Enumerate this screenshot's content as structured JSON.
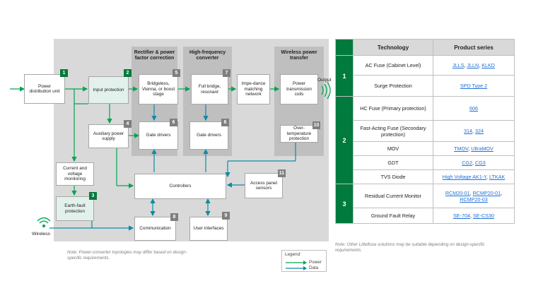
{
  "colors": {
    "power": "#00a651",
    "data": "#0e8aa6",
    "green": "#007a3d"
  },
  "stages": {
    "rectifier": "Rectifier & power factor correction",
    "hf": "High-frequency converter",
    "wireless": "Wireless power transfer"
  },
  "blocks": {
    "power_dist": "Power distribution unit",
    "input_prot": "Input protection",
    "bridgeless": "Bridgeless, Vienna, or boost stage",
    "full_bridge": "Full bridge, resonant",
    "impedance": "Impe-dance matching network",
    "coils": "Power transmission coils",
    "aux": "Auxiliary power supply",
    "gate1": "Gate drivers",
    "gate2": "Gate drivers",
    "overtemp": "Over-temperature protection",
    "cvm": "Current and voltage monitoring",
    "earth": "Earth-fault protection",
    "controllers": "Controllers",
    "access": "Access panel sensors",
    "comm": "Communication",
    "ui": "User interfaces"
  },
  "numbers": {
    "n1": "1",
    "n2": "2",
    "n3": "3",
    "n4": "4",
    "n5": "5",
    "n6a": "6",
    "n6b": "6",
    "n7": "7",
    "n8": "8",
    "n9": "9",
    "n10": "10",
    "n11": "11"
  },
  "labels": {
    "output": "Output",
    "wireless": "Wireless"
  },
  "note_left": "Note: Power-converter topologies may differ based on design-specific requirements.",
  "legend": {
    "title": "Legend:",
    "power": "Power",
    "data": "Data"
  },
  "table": {
    "headers": [
      "Technology",
      "Product series"
    ],
    "groups": [
      "1",
      "2",
      "3"
    ],
    "rows": [
      {
        "tech": "AC Fuse (Cabinet Level)",
        "products": [
          "JLLS",
          "JLLN",
          "KLKD"
        ]
      },
      {
        "tech": "Surge Protection",
        "products": [
          "SPD Type 2"
        ]
      },
      {
        "tech": "HC Fuse (Primary protection)",
        "products": [
          "606"
        ]
      },
      {
        "tech": "Fast-Acting Fuse (Secondary protection)",
        "products": [
          "314",
          "324"
        ]
      },
      {
        "tech": "MOV",
        "products": [
          "TMOV",
          "UltraMOV"
        ]
      },
      {
        "tech": "GDT",
        "products": [
          "CG2",
          "CG3"
        ]
      },
      {
        "tech": "TVS Diode",
        "products": [
          "High Voltage AK1-Y",
          "LTKAK"
        ]
      },
      {
        "tech": "Residual Current Monitor",
        "products": [
          "RCM20-01",
          "RCMP20-01",
          "RCMP20-03"
        ]
      },
      {
        "tech": "Ground Fault Relay",
        "products": [
          "SE-704",
          "SE-CS30"
        ]
      }
    ]
  },
  "note_right": "Note: Other Littelfuse solutions may be suitable depending on design-specific requirements."
}
